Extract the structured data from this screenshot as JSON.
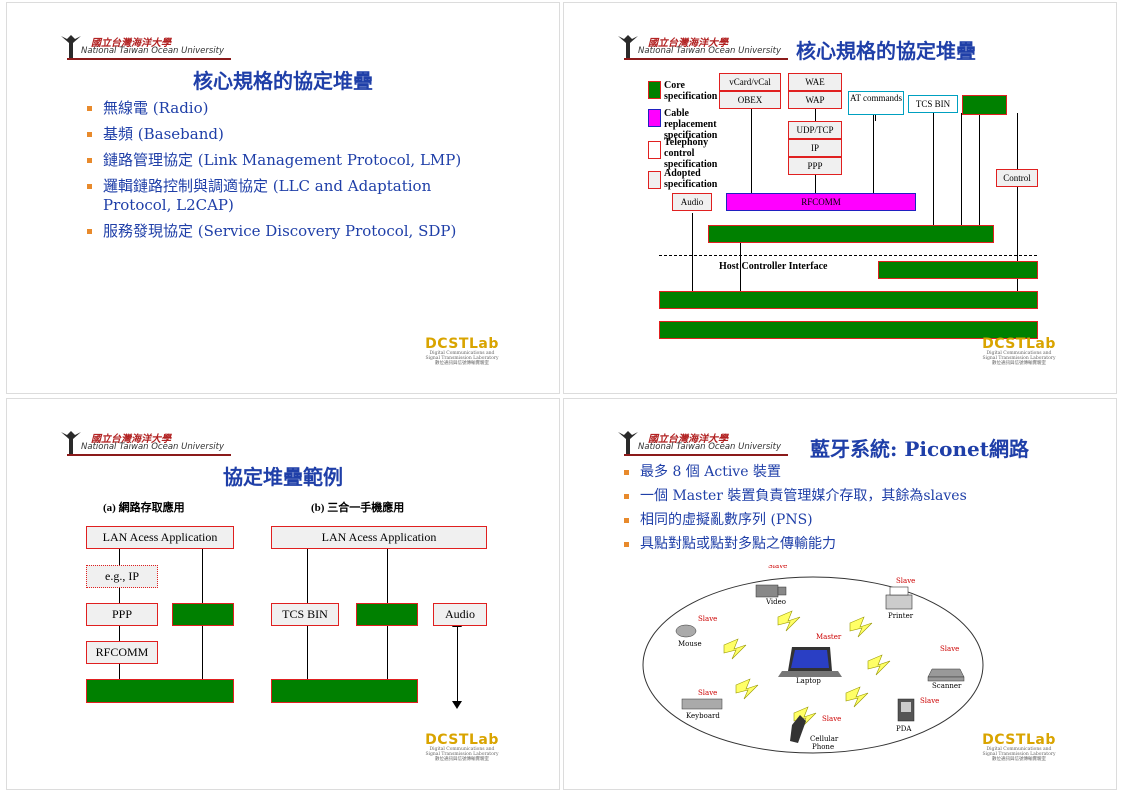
{
  "header": {
    "university_cn": "國立台灣海洋大學",
    "university_en": "National Taiwan Ocean University"
  },
  "lab_logo": {
    "name": "DCSTLab",
    "subtitle1": "Digital Communications and",
    "subtitle2": "Signal Transmission Laboratory",
    "subtitle_cn": "數位通訊與信號傳輸實驗室"
  },
  "slide1": {
    "title": "核心規格的協定堆疊",
    "bullets": [
      "無線電 (Radio)",
      "基頻 (Baseband)",
      "鏈路管理協定 (Link Management Protocol, LMP)",
      "邏輯鏈路控制與調適協定 (LLC and Adaptation Protocol, L2CAP)",
      "服務發現協定 (Service Discovery Protocol, SDP)"
    ]
  },
  "slide2": {
    "title": "核心規格的協定堆疊",
    "legend": [
      "Core specification",
      "Cable replacement specification",
      "Telephony control specification",
      "Adopted specification"
    ],
    "boxes": {
      "vcard": "vCard/vCal",
      "obex": "OBEX",
      "wae": "WAE",
      "wap": "WAP",
      "at": "AT commands",
      "tcs": "TCS BIN",
      "udp": "UDP/TCP",
      "ip": "IP",
      "ppp": "PPP",
      "control": "Control",
      "audio": "Audio",
      "rfcomm": "RFCOMM"
    },
    "hci": "Host Controller Interface"
  },
  "slide3": {
    "title": "協定堆疊範例",
    "sub_a": "(a) 網路存取應用",
    "sub_b": "(b) 三合一手機應用",
    "a": {
      "app": "LAN Acess Application",
      "ip": "e.g., IP",
      "ppp": "PPP",
      "rfcomm": "RFCOMM"
    },
    "b": {
      "app": "LAN Acess Application",
      "tcs": "TCS BIN",
      "audio": "Audio"
    }
  },
  "slide4": {
    "title": "藍牙系統: Piconet網路",
    "bullets": [
      "最多 8 個 Active 裝置",
      "一個 Master 裝置負責管理媒介存取，其餘為slaves",
      "相同的虛擬亂數序列 (PNS)",
      "具點對點或點對多點之傳輸能力"
    ],
    "diagram": {
      "master": "Master",
      "laptop": "Laptop",
      "slave": "Slave",
      "video": "Video",
      "printer": "Printer",
      "mouse": "Mouse",
      "scanner": "Scanner",
      "keyboard": "Keyboard",
      "pda": "PDA",
      "phone_1": "Cellular",
      "phone_2": "Phone"
    }
  }
}
